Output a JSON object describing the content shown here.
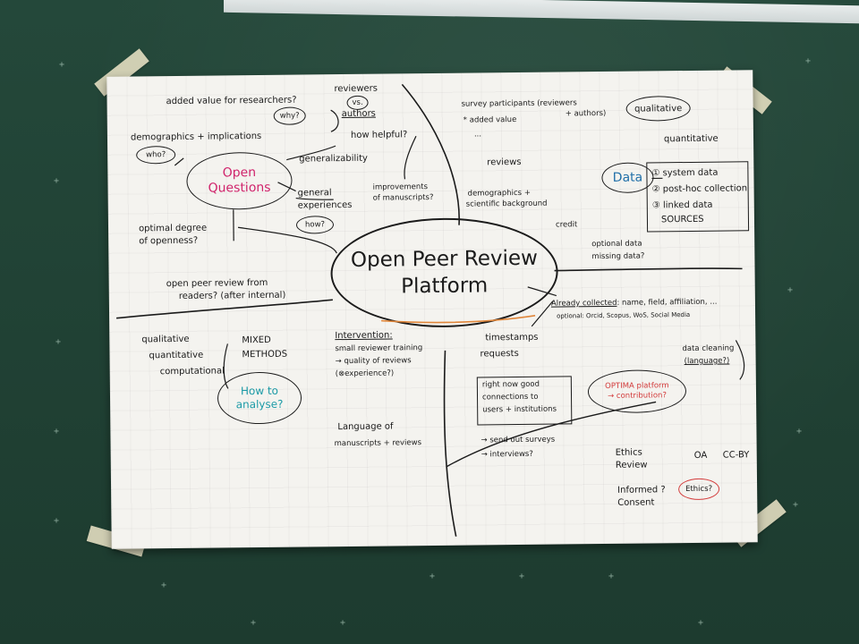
{
  "center": {
    "line1": "Open Peer Review",
    "line2": "Platform"
  },
  "open_questions": {
    "title1": "Open",
    "title2": "Questions",
    "added_value": "added value for researchers?",
    "why": "why?",
    "reviewers": "reviewers",
    "vs": "vs.",
    "authors": "authors",
    "how_helpful": "how helpful?",
    "improvements1": "improvements",
    "improvements2": "of manuscripts?",
    "demographics": "demographics + implications",
    "who": "who?",
    "generalizability": "generalizability",
    "general1": "general",
    "general2": "experiences",
    "how": "how?",
    "optimal1": "optimal degree",
    "optimal2": "of openness?",
    "readers1": "open peer review from",
    "readers2": "readers? (after internal)"
  },
  "data": {
    "title": "Data",
    "survey1": "survey participants (reviewers",
    "survey2": "+ authors)",
    "added_value": "* added value",
    "ellipsis": "...",
    "reviews": "reviews",
    "qualitative": "qualitative",
    "quantitative": "quantitative",
    "sources": [
      "① system data",
      "② post-hoc collection",
      "③ linked data"
    ],
    "sources_label": "SOURCES",
    "demo1": "demographics +",
    "demo2": "scientific background",
    "credit": "credit",
    "optional1": "optional data",
    "optional2": "missing data?",
    "already_label": "Already collected",
    "already_text": ": name, field, affiliation, ...",
    "optional_ids": "optional: Orcid, Scopus, WoS, Social Media",
    "timestamps": "timestamps",
    "requests": "requests",
    "cleaning1": "data cleaning",
    "cleaning2": "(language?)"
  },
  "analysis": {
    "qualitative": "qualitative",
    "quantitative": "quantitative",
    "computational": "computational",
    "mixed1": "MIXED",
    "mixed2": "METHODS",
    "how1": "How to",
    "how2": "analyse?"
  },
  "intervention": {
    "title": "Intervention:",
    "line1": "small reviewer training",
    "line2": "→ quality of reviews",
    "line3": "(⊗experience?)",
    "lang1": "Language of",
    "lang2": "manuscripts + reviews"
  },
  "outreach": {
    "box1": "right now good",
    "box2": "connections to",
    "box3": "users + institutions",
    "surveys": "→ send out surveys",
    "interviews": "→ interviews?",
    "optima1": "OPTIMA platform",
    "optima2": "→ contribution?"
  },
  "ethics": {
    "review1": "Ethics",
    "review2": "Review",
    "oa": "OA",
    "ccby": "CC-BY",
    "consent1": "Informed ?",
    "consent2": "Consent",
    "ethics_bubble": "Ethics?"
  },
  "colors": {
    "wall": "#1f3d30",
    "paper": "#f4f3ef",
    "ink": "#1b1b1b",
    "pink": "#d0236b",
    "blue": "#1e6ea8",
    "teal": "#1b9aa6",
    "red": "#d33b3b",
    "orange": "#e0863a"
  }
}
